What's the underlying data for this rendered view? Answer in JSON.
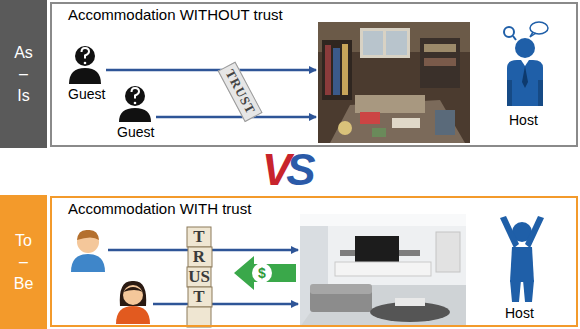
{
  "diagram": {
    "nodes": [
      {
        "text": [
          "As – Is"
        ]
      },
      {
        "text": [
          "Accommodation WITHOUT trust"
        ]
      },
      {
        "text": [
          "To – Be"
        ]
      },
      {
        "text": [
          "Accommodation WITH trust"
        ]
      }
    ],
    "labels": [
      "Guest",
      "Guest",
      "TRUST",
      "Host",
      "VS",
      "TRUST",
      "$",
      "Host"
    ]
  }
}
